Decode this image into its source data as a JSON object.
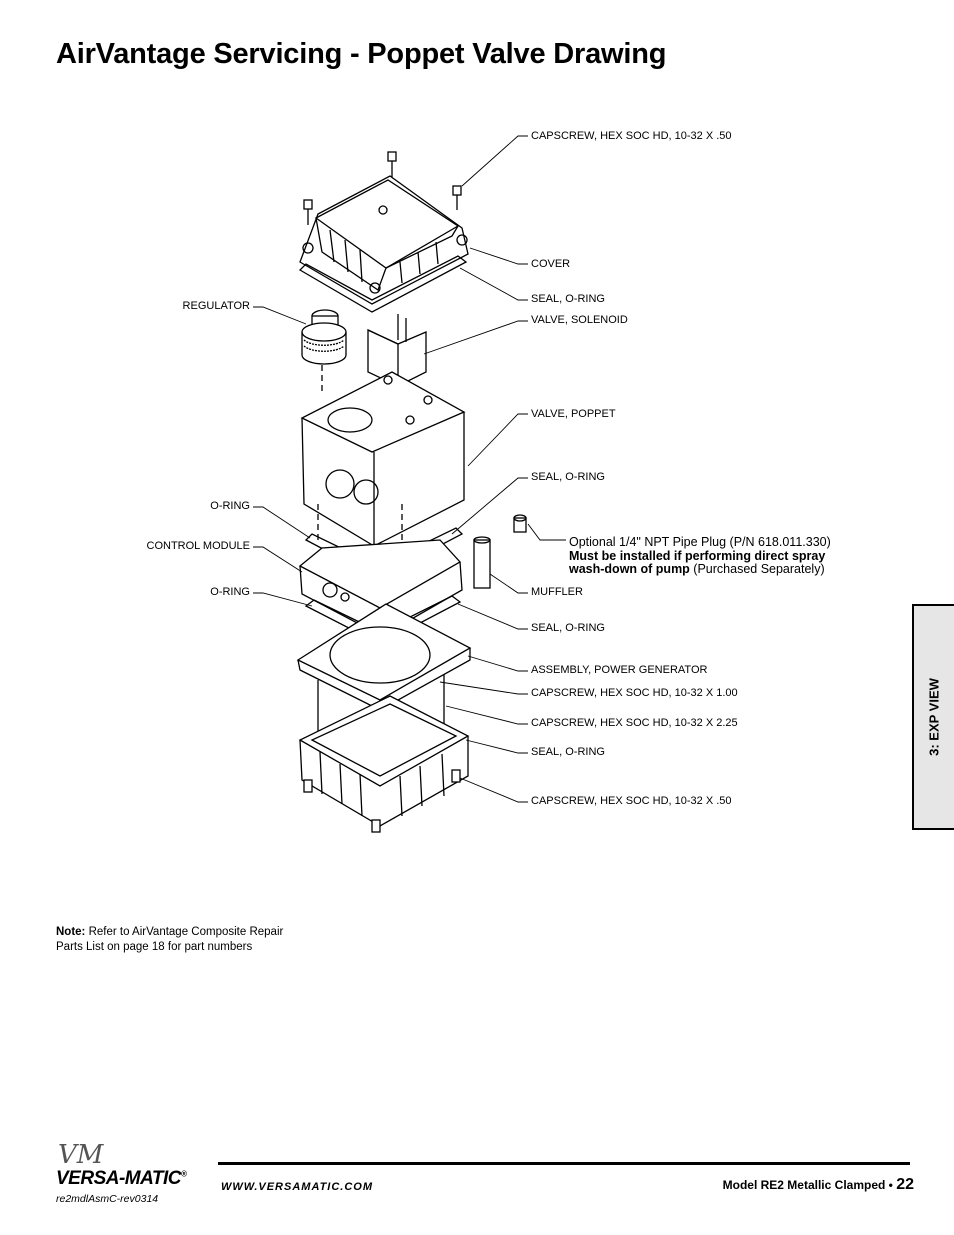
{
  "page": {
    "title": "AirVantage Servicing - Poppet Valve Drawing",
    "side_tab": "3: EXP VIEW"
  },
  "callouts": {
    "capscrew_top": "CAPSCREW, HEX SOC HD, 10-32 X .50",
    "cover": "COVER",
    "seal_oring_1": "SEAL, O-RING",
    "regulator": "REGULATOR",
    "valve_solenoid": "VALVE, SOLENOID",
    "valve_poppet": "VALVE, POPPET",
    "seal_oring_2": "SEAL, O-RING",
    "oring_1": "O-RING",
    "control_module": "CONTROL MODULE",
    "muffler": "MUFFLER",
    "oring_2": "O-RING",
    "seal_oring_3": "SEAL, O-RING",
    "power_generator": "ASSEMBLY, POWER GENERATOR",
    "capscrew_100": "CAPSCREW, HEX SOC HD, 10-32 X 1.00",
    "capscrew_225": "CAPSCREW, HEX SOC HD, 10-32 X 2.25",
    "seal_oring_4": "SEAL, O-RING",
    "capscrew_bottom": "CAPSCREW, HEX SOC HD, 10-32 X .50"
  },
  "optional_plug": {
    "line1": "Optional 1/4\" NPT Pipe Plug (P/N 618.011.330)",
    "line2": "Must be installed if performing direct spray",
    "line3_bold": "wash-down of pump",
    "line3_rest": " (Purchased Separately)"
  },
  "note": {
    "label": "Note:",
    "line1": " Refer to AirVantage Composite Repair",
    "line2": "Parts List on page 18 for part numbers"
  },
  "footer": {
    "logo_mark": "VM",
    "brand": "VERSA-MATIC",
    "reg": "®",
    "rev": "re2mdlAsmC-rev0314",
    "website": "WWW.VERSAMATIC.COM",
    "model": "Model RE2 Metallic Clamped • ",
    "page_number": "22"
  }
}
